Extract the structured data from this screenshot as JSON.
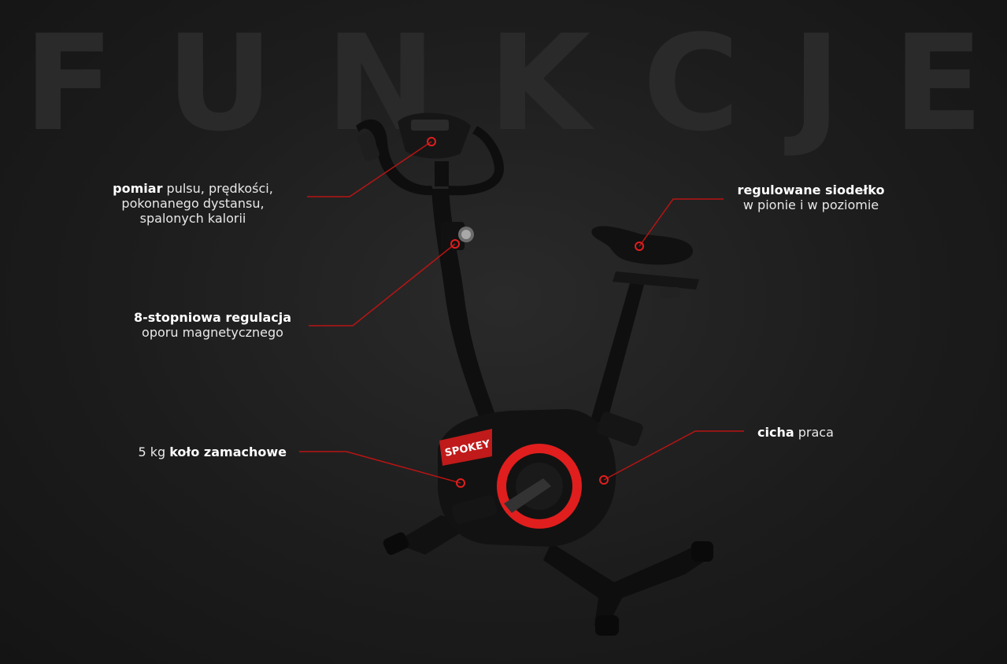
{
  "heading": {
    "letters": [
      "F",
      "U",
      "N",
      "K",
      "C",
      "J",
      "E"
    ]
  },
  "callouts": {
    "pulse": {
      "bold": "pomiar",
      "rest_1": " pulsu, prędkości,",
      "line_2": "pokonanego dystansu,",
      "line_3": "spalonych kalorii"
    },
    "resistance": {
      "bold": "8-stopniowa regulacja",
      "line_2": "oporu magnetycznego"
    },
    "flywheel": {
      "prefix": "5 kg ",
      "bold": "koło zamachowe"
    },
    "saddle": {
      "bold": "regulowane siodełko",
      "line_2": "w pionie i w poziomie"
    },
    "quiet": {
      "bold": "cicha",
      "rest": " praca"
    }
  },
  "product": {
    "brand": "SPOKEY"
  },
  "colors": {
    "accent": "#e01e1e",
    "line": "#b81414",
    "frame": "#0c0c0c"
  }
}
